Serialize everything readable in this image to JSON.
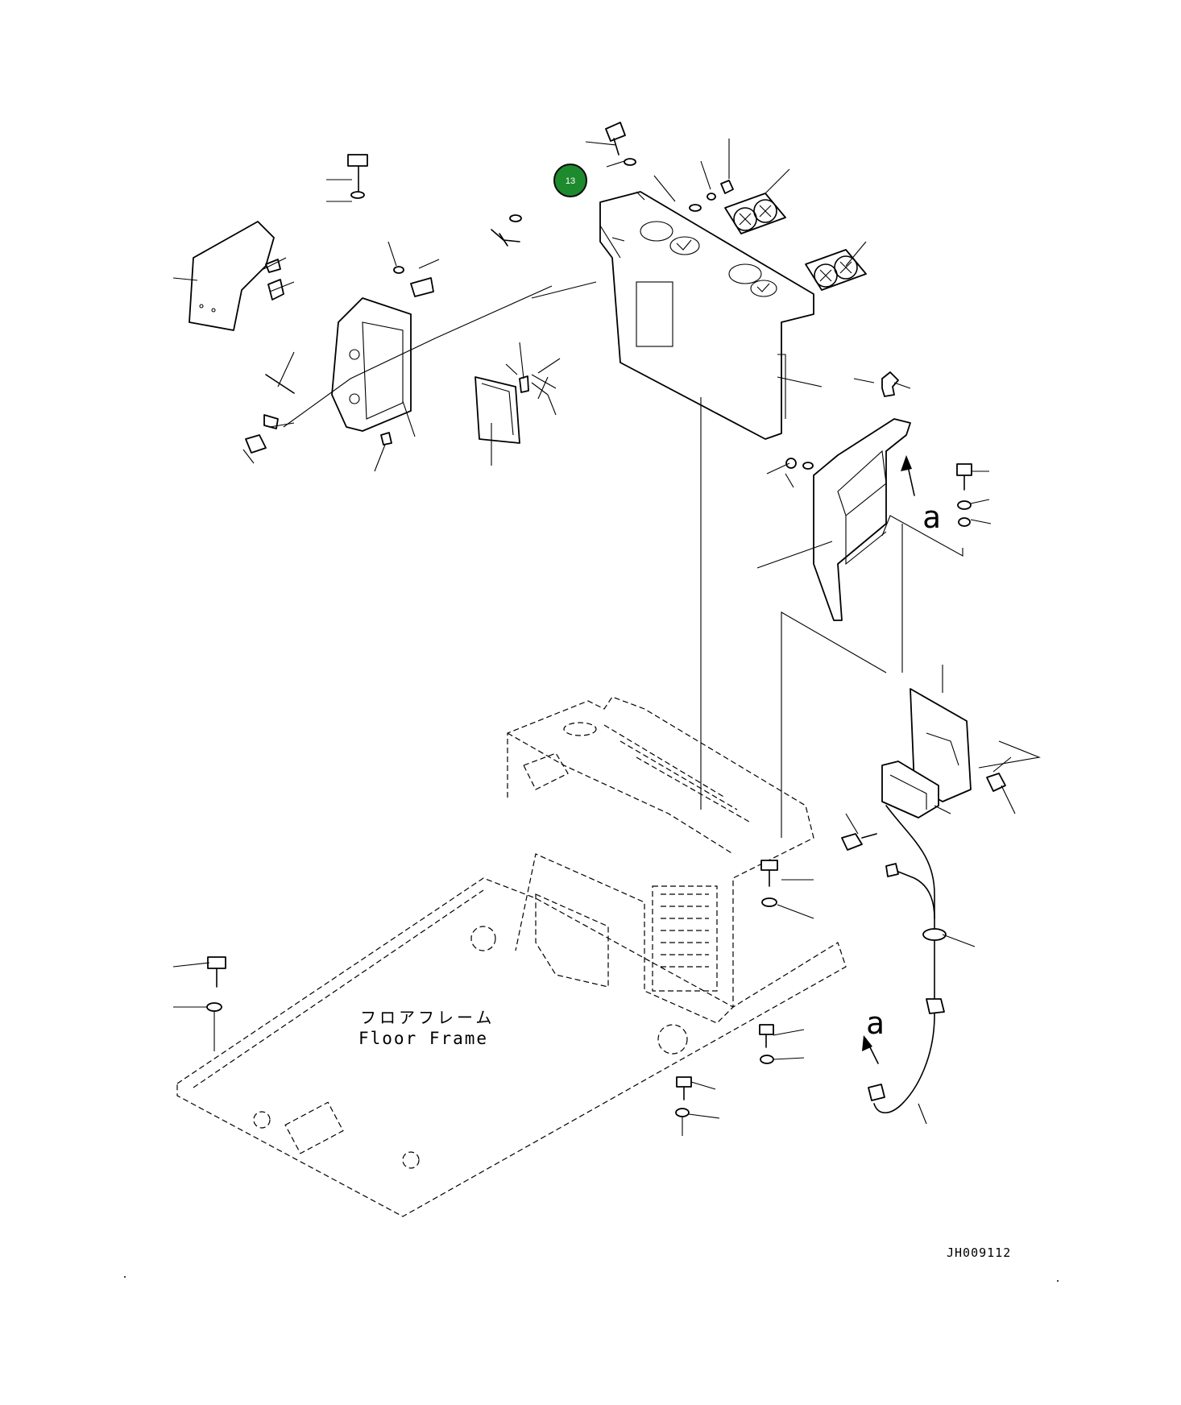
{
  "diagram": {
    "floor_frame_label_jp": "フロアフレーム",
    "floor_frame_label_en": "Floor Frame",
    "drawing_number": "JH009112",
    "callout_letter_left": "a",
    "callout_letter_right": "a"
  },
  "callouts": [
    {
      "number": "13",
      "color": "#1e8a2e"
    }
  ]
}
